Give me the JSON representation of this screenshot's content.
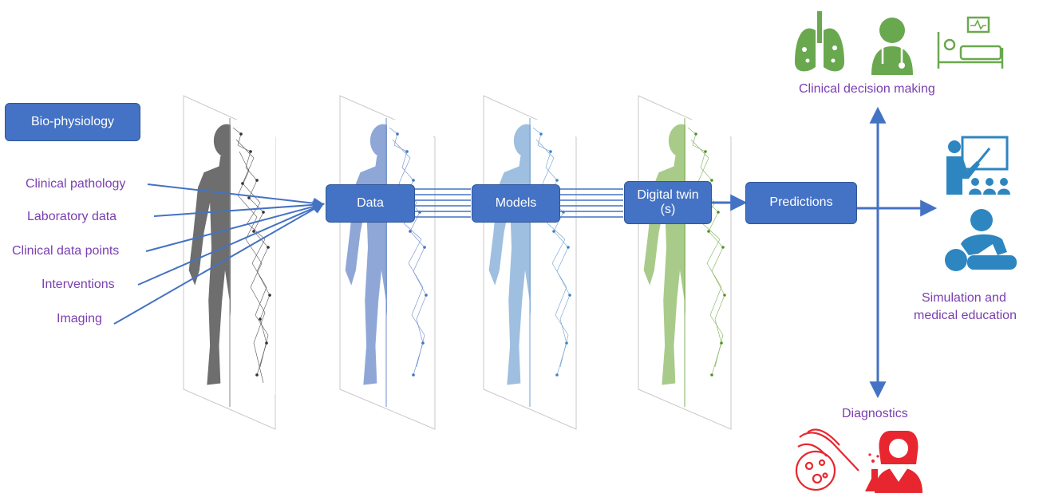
{
  "colors": {
    "box_fill": "#4472c4",
    "arrow": "#4472c4",
    "label_purple": "#7a3fb0",
    "icon_green": "#6aa84f",
    "icon_blue": "#2e86c1",
    "icon_red": "#e8262f",
    "panel_gray": "#6e6e6e",
    "panel_blue_data": "#8fa7d6",
    "panel_blue_models": "#9fbfe0",
    "panel_green": "#a9cb8a"
  },
  "boxes": {
    "bio_physiology": "Bio-physiology",
    "data": "Data",
    "models": "Models",
    "digital_twin": "Digital twin (s)",
    "predictions": "Predictions"
  },
  "inputs": [
    "Clinical pathology",
    "Laboratory data",
    "Clinical data points",
    "Interventions",
    "Imaging"
  ],
  "outputs": {
    "clinical_decision": "Clinical decision making",
    "simulation_line1": "Simulation and",
    "simulation_line2": "medical education",
    "diagnostics": "Diagnostics"
  },
  "icons": {
    "clinical": [
      "lungs-icon",
      "doctor-icon",
      "hospital-bed-icon"
    ],
    "simulation": [
      "teacher-class-icon",
      "cpr-icon"
    ],
    "diagnostics": [
      "microbe-hand-icon",
      "lab-scientist-icon"
    ]
  }
}
